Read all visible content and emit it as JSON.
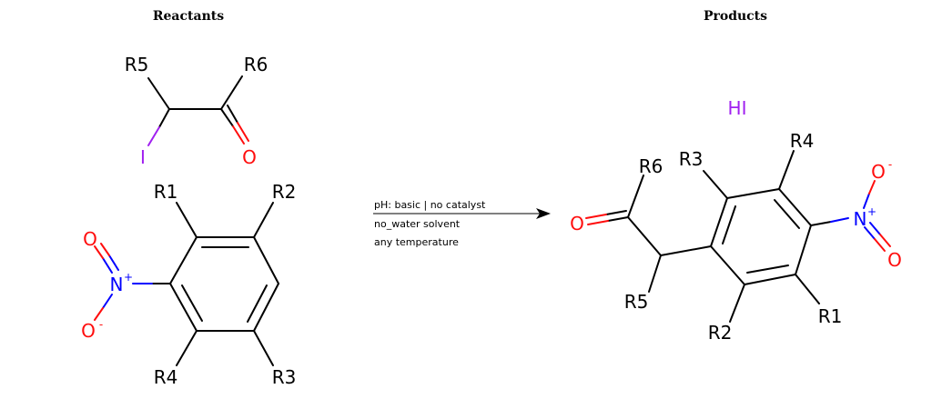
{
  "headings": {
    "reactants": "Reactants",
    "products": "Products"
  },
  "colors": {
    "bond": "#000000",
    "oxygen": "#ff0d0d",
    "nitrogen": "#0000ff",
    "iodine": "#a020f0"
  },
  "reactant1": {
    "r5": "R5",
    "r6": "R6",
    "iodine": "I",
    "oxygen": "O"
  },
  "reactant2": {
    "r1": "R1",
    "r2": "R2",
    "r3": "R3",
    "r4": "R4",
    "nitrogen": "N",
    "n_charge": "+",
    "oxygen_top": "O",
    "oxygen_bottom": "O",
    "o_charge": "-"
  },
  "conditions": {
    "line1": "pH: basic | no catalyst",
    "line2": "no_water solvent",
    "line3": "any temperature"
  },
  "product_main": {
    "r1": "R1",
    "r2": "R2",
    "r3": "R3",
    "r4": "R4",
    "r5": "R5",
    "r6": "R6",
    "oxygen_carbonyl": "O",
    "nitrogen": "N",
    "n_charge": "+",
    "oxygen_top": "O",
    "oxygen_bottom": "O",
    "o_charge": "-"
  },
  "product_byproduct": {
    "formula": "HI"
  }
}
